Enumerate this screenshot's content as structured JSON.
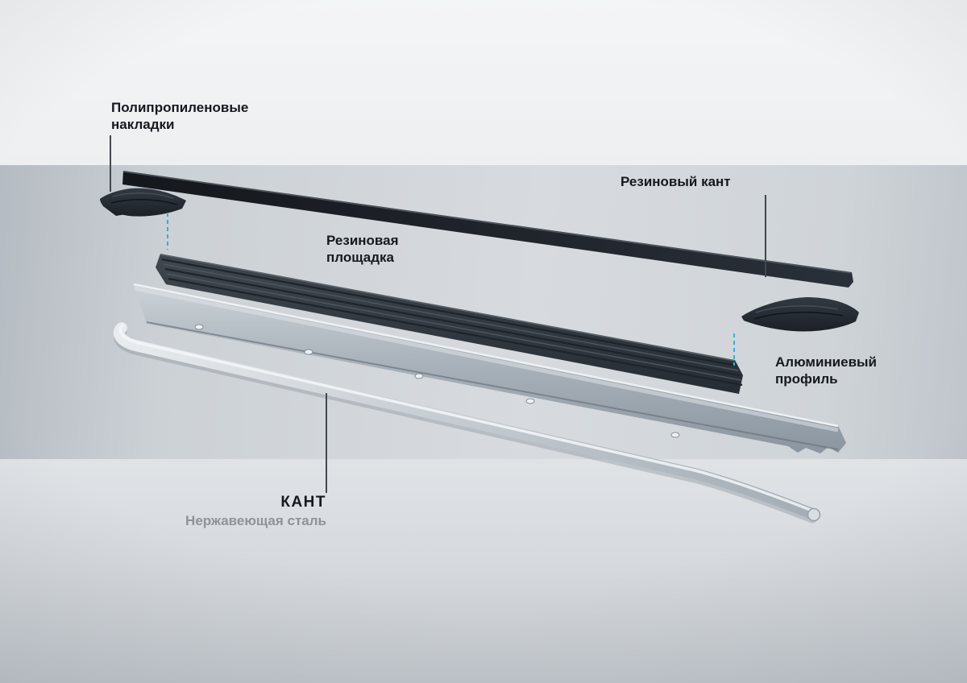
{
  "labels": {
    "pads_line1": "Полипропиленовые",
    "pads_line2": "накладки",
    "rubber_edge": "Резиновый кант",
    "platform_line1": "Резиновая",
    "platform_line2": "площадка",
    "aluminum_line1": "Алюминиевый",
    "aluminum_line2": "профиль",
    "kant_title": "КАНТ",
    "kant_subtitle": "Нержавеющая сталь"
  },
  "colors": {
    "accent_dashed_line": "#2ab5d7",
    "leader_line": "#43484e",
    "label_text": "#15191e",
    "subtitle_text": "#8d939a",
    "dark_rubber": "#1d2228",
    "platform_slate": "#343b44",
    "aluminum_light": "#c6cdd3",
    "steel_highlight": "#e6eaee"
  }
}
